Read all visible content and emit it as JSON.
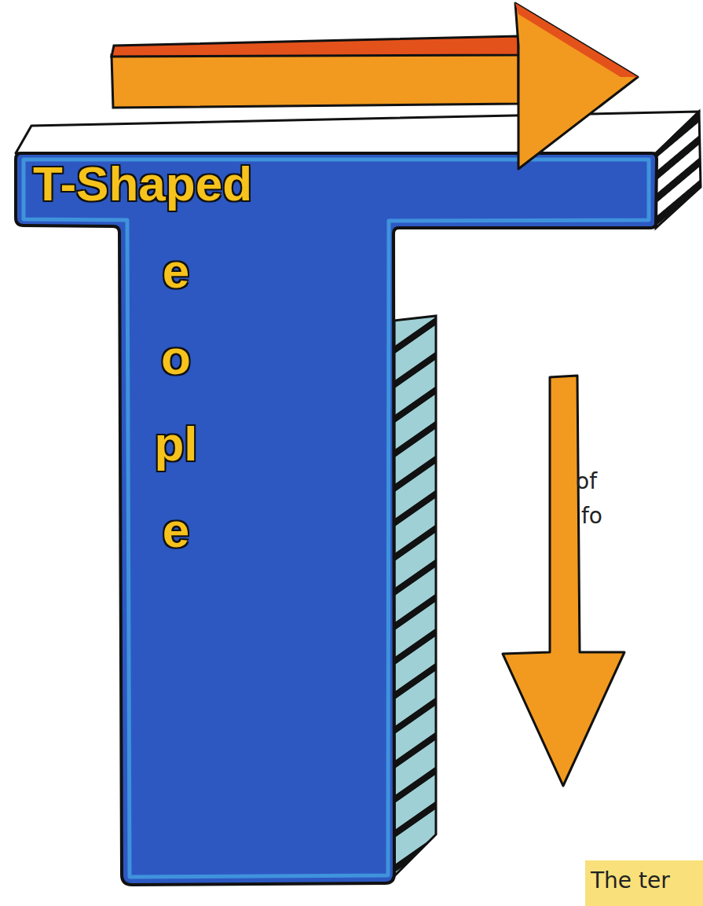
{
  "diagram": {
    "nodes": [
      {
        "text": [
          "T-Shaped",
          "eople"
        ]
      }
    ],
    "labels": [
      "of",
      "fo",
      "The ter"
    ]
  }
}
